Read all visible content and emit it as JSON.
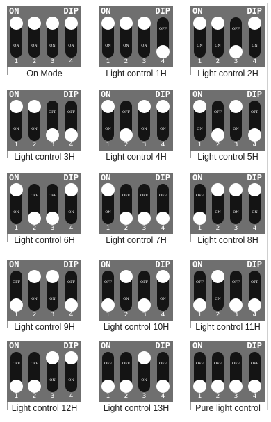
{
  "labels": {
    "on": "ON",
    "dip": "DIP",
    "on_small": "ON",
    "off_small": "OFF"
  },
  "switch_numbers": [
    "1",
    "2",
    "3",
    "4"
  ],
  "cells": [
    {
      "caption": "On Mode",
      "states": [
        "on",
        "on",
        "on",
        "on"
      ]
    },
    {
      "caption": "Light control 1H",
      "states": [
        "on",
        "on",
        "on",
        "off"
      ]
    },
    {
      "caption": "Light control 2H",
      "states": [
        "on",
        "on",
        "off",
        "on"
      ]
    },
    {
      "caption": "Light control 3H",
      "states": [
        "on",
        "on",
        "off",
        "off"
      ]
    },
    {
      "caption": "Light control 4H",
      "states": [
        "on",
        "off",
        "on",
        "on"
      ]
    },
    {
      "caption": "Light control 5H",
      "states": [
        "on",
        "off",
        "on",
        "off"
      ]
    },
    {
      "caption": "Light control 6H",
      "states": [
        "on",
        "off",
        "off",
        "on"
      ]
    },
    {
      "caption": "Light control 7H",
      "states": [
        "on",
        "off",
        "off",
        "off"
      ]
    },
    {
      "caption": "Light control 8H",
      "states": [
        "off",
        "on",
        "on",
        "on"
      ]
    },
    {
      "caption": "Light control 9H",
      "states": [
        "off",
        "on",
        "on",
        "off"
      ]
    },
    {
      "caption": "Light control 10H",
      "states": [
        "off",
        "on",
        "off",
        "on"
      ]
    },
    {
      "caption": "Light control 11H",
      "states": [
        "off",
        "on",
        "off",
        "off"
      ]
    },
    {
      "caption": "Light control 12H",
      "states": [
        "off",
        "off",
        "on",
        "on"
      ]
    },
    {
      "caption": "Light control 13H",
      "states": [
        "off",
        "off",
        "on",
        "off"
      ]
    },
    {
      "caption": "Pure light control",
      "states": [
        "off",
        "off",
        "off",
        "off"
      ]
    }
  ],
  "colors": {
    "panel": "#6f6f6f",
    "switch": "#141414",
    "knob": "#ffffff",
    "text": "#222222"
  }
}
